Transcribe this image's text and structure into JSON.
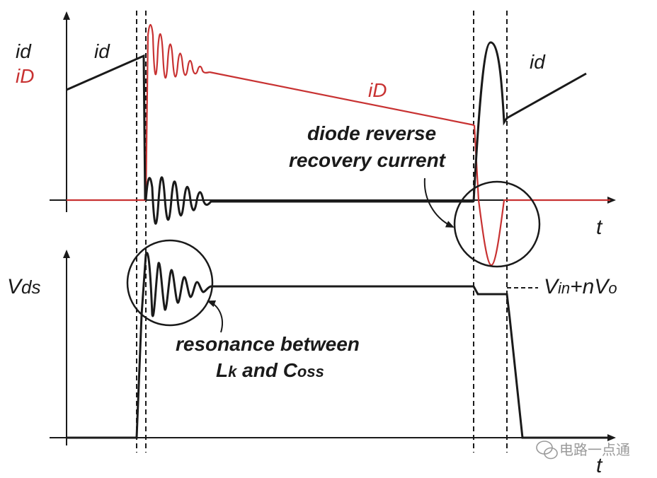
{
  "labels": {
    "y_top_1": "id",
    "y_top_2": "iD",
    "id_left": "id",
    "id_right": "id",
    "iD_mid": "iD",
    "annot_diode_1": "diode reverse",
    "annot_diode_2": "recovery current",
    "t_top": "t",
    "y_bottom_main": "V",
    "y_bottom_sub": "ds",
    "vlevel_v": "V",
    "vlevel_sub": "in",
    "vlevel_rest": "+nV",
    "vlevel_o": "o",
    "annot_res_1": "resonance between",
    "annot_res_2_L": "L",
    "annot_res_2_k": "k",
    "annot_res_2_and": " and C",
    "annot_res_2_oss": "oss",
    "t_bottom": "t",
    "watermark": "电路一点通"
  },
  "colors": {
    "black": "#1a1a1a",
    "red": "#c83232",
    "watermark": "#9a9a9a"
  }
}
